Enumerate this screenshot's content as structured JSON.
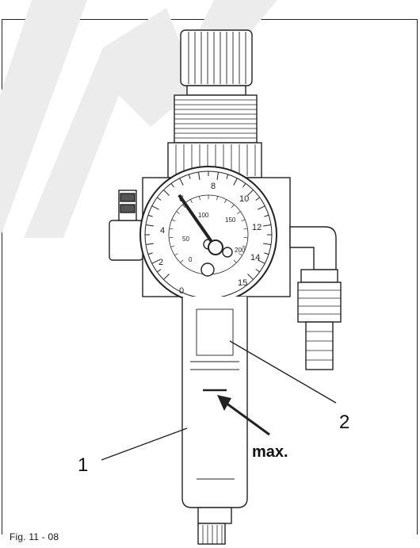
{
  "figure": {
    "caption": "Fig. 11 - 08",
    "callouts": {
      "part_1": "1",
      "part_2": "2",
      "max_mark": "max."
    },
    "gauge": {
      "outer_scale": [
        "0",
        "2",
        "4",
        "6",
        "8",
        "10",
        "12",
        "14",
        "15"
      ],
      "inner_scale": [
        "0",
        "50",
        "100",
        "150",
        "200"
      ]
    },
    "colors": {
      "line": "#222222",
      "watermark": "#e8e8e8"
    }
  }
}
